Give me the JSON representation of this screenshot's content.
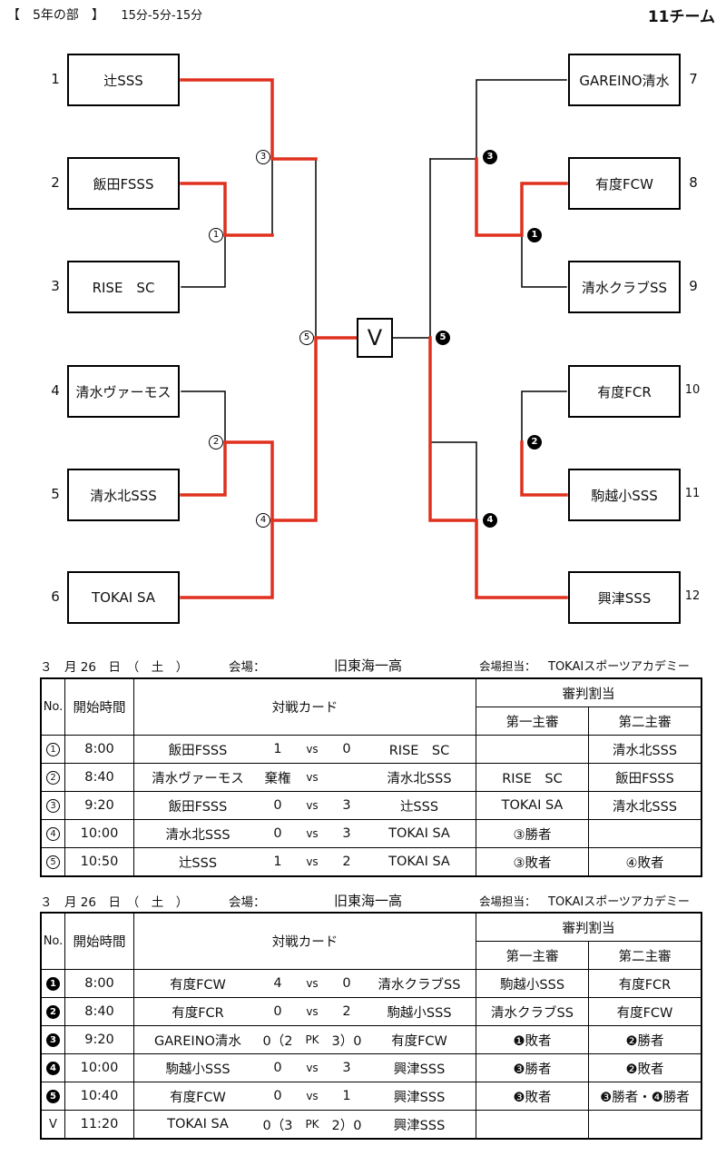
{
  "header": {
    "division": "【　5年の部　】",
    "format": "15分-5分-15分",
    "teams_count": "11チーム"
  },
  "bracket": {
    "final_label": "V",
    "teams": [
      {
        "seed": "1",
        "name": "辻SSS"
      },
      {
        "seed": "2",
        "name": "飯田FSSS"
      },
      {
        "seed": "3",
        "name": "RISE　SC"
      },
      {
        "seed": "4",
        "name": "清水ヴァーモス"
      },
      {
        "seed": "5",
        "name": "清水北SSS"
      },
      {
        "seed": "6",
        "name": "TOKAI SA"
      },
      {
        "seed": "7",
        "name": "GAREINO清水"
      },
      {
        "seed": "8",
        "name": "有度FCW"
      },
      {
        "seed": "9",
        "name": "清水クラブSS"
      },
      {
        "seed": "10",
        "name": "有度FCR"
      },
      {
        "seed": "11",
        "name": "駒越小SSS"
      },
      {
        "seed": "12",
        "name": "興津SSS"
      }
    ],
    "match_marks": [
      "1",
      "2",
      "3",
      "4",
      "5",
      "1",
      "2",
      "3",
      "4",
      "5"
    ]
  },
  "sessions": [
    {
      "date": "３　月 26　日　（　土　）",
      "venue_label": "会場：",
      "venue": "旧東海一高",
      "manager_label": "会場担当：",
      "manager": "TOKAIスポーツアカデミー",
      "head": {
        "no": "No.",
        "time": "開始時間",
        "card": "対戦カード",
        "ref": "審判割当",
        "ref1": "第一主審",
        "ref2": "第二主審"
      },
      "rows": [
        {
          "no": "1",
          "style": "o",
          "time": "8:00",
          "team_a": "飯田FSSS",
          "score_a": "1",
          "vs": "vs",
          "score_b": "0",
          "team_b": "RISE　SC",
          "ref1": "",
          "ref2": "清水北SSS"
        },
        {
          "no": "2",
          "style": "o",
          "time": "8:40",
          "team_a": "清水ヴァーモス",
          "score_a": "棄権",
          "vs": "vs",
          "score_b": "",
          "team_b": "清水北SSS",
          "ref1": "RISE　SC",
          "ref2": "飯田FSSS"
        },
        {
          "no": "3",
          "style": "o",
          "time": "9:20",
          "team_a": "飯田FSSS",
          "score_a": "0",
          "vs": "vs",
          "score_b": "3",
          "team_b": "辻SSS",
          "ref1": "TOKAI SA",
          "ref2": "清水北SSS"
        },
        {
          "no": "4",
          "style": "o",
          "time": "10:00",
          "team_a": "清水北SSS",
          "score_a": "0",
          "vs": "vs",
          "score_b": "3",
          "team_b": "TOKAI SA",
          "ref1": "③勝者",
          "ref2": ""
        },
        {
          "no": "5",
          "style": "o",
          "time": "10:50",
          "team_a": "辻SSS",
          "score_a": "1",
          "vs": "vs",
          "score_b": "2",
          "team_b": "TOKAI SA",
          "ref1": "③敗者",
          "ref2": "④敗者"
        }
      ]
    },
    {
      "date": "３　月 26　日　（　土　）",
      "venue_label": "会場：",
      "venue": "旧東海一高",
      "manager_label": "会場担当：",
      "manager": "TOKAIスポーツアカデミー",
      "head": {
        "no": "No.",
        "time": "開始時間",
        "card": "対戦カード",
        "ref": "審判割当",
        "ref1": "第一主審",
        "ref2": "第二主審"
      },
      "rows": [
        {
          "no": "1",
          "style": "f",
          "time": "8:00",
          "team_a": "有度FCW",
          "score_a": "4",
          "vs": "vs",
          "score_b": "0",
          "team_b": "清水クラブSS",
          "ref1": "駒越小SSS",
          "ref2": "有度FCR"
        },
        {
          "no": "2",
          "style": "f",
          "time": "8:40",
          "team_a": "有度FCR",
          "score_a": "0",
          "vs": "vs",
          "score_b": "2",
          "team_b": "駒越小SSS",
          "ref1": "清水クラブSS",
          "ref2": "有度FCW"
        },
        {
          "no": "3",
          "style": "f",
          "time": "9:20",
          "team_a": "GAREINO清水",
          "score_a": "0（2",
          "vs": "PK",
          "score_b": "3）0",
          "team_b": "有度FCW",
          "ref1": "❶敗者",
          "ref2": "❷勝者"
        },
        {
          "no": "4",
          "style": "f",
          "time": "10:00",
          "team_a": "駒越小SSS",
          "score_a": "0",
          "vs": "vs",
          "score_b": "3",
          "team_b": "興津SSS",
          "ref1": "❸勝者",
          "ref2": "❷敗者"
        },
        {
          "no": "5",
          "style": "f",
          "time": "10:40",
          "team_a": "有度FCW",
          "score_a": "0",
          "vs": "vs",
          "score_b": "1",
          "team_b": "興津SSS",
          "ref1": "❸敗者",
          "ref2": "❸勝者・❹勝者"
        },
        {
          "no": "V",
          "style": "plain",
          "time": "11:20",
          "team_a": "TOKAI SA",
          "score_a": "0（3",
          "vs": "PK",
          "score_b": "2）0",
          "team_b": "興津SSS",
          "ref1": "",
          "ref2": ""
        }
      ]
    }
  ],
  "colors": {
    "winner_line": "#e0301e",
    "line": "#000000"
  }
}
